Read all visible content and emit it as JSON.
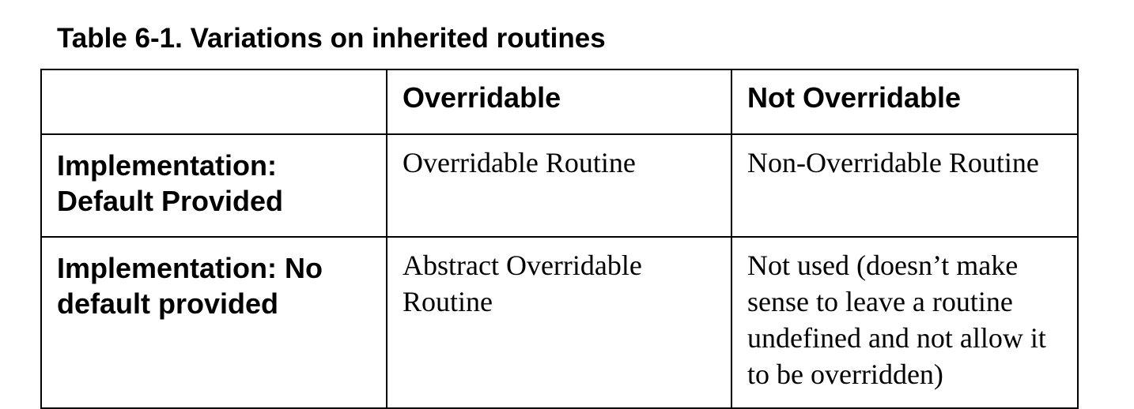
{
  "caption": "Table 6-1. Variations on inherited routines",
  "table": {
    "columns": [
      "",
      "Overridable",
      "Not Overridable"
    ],
    "rows": [
      {
        "header": "Implementation: Default Provided",
        "overridable": "Overridable Routine",
        "not_overridable": "Non-Overridable Routine"
      },
      {
        "header": "Implementation: No default provided",
        "overridable": "Abstract Overridable Routine",
        "not_overridable": "Not used (doesn’t make sense to leave a routine undefined and not allow it to be overridden)"
      }
    ]
  }
}
